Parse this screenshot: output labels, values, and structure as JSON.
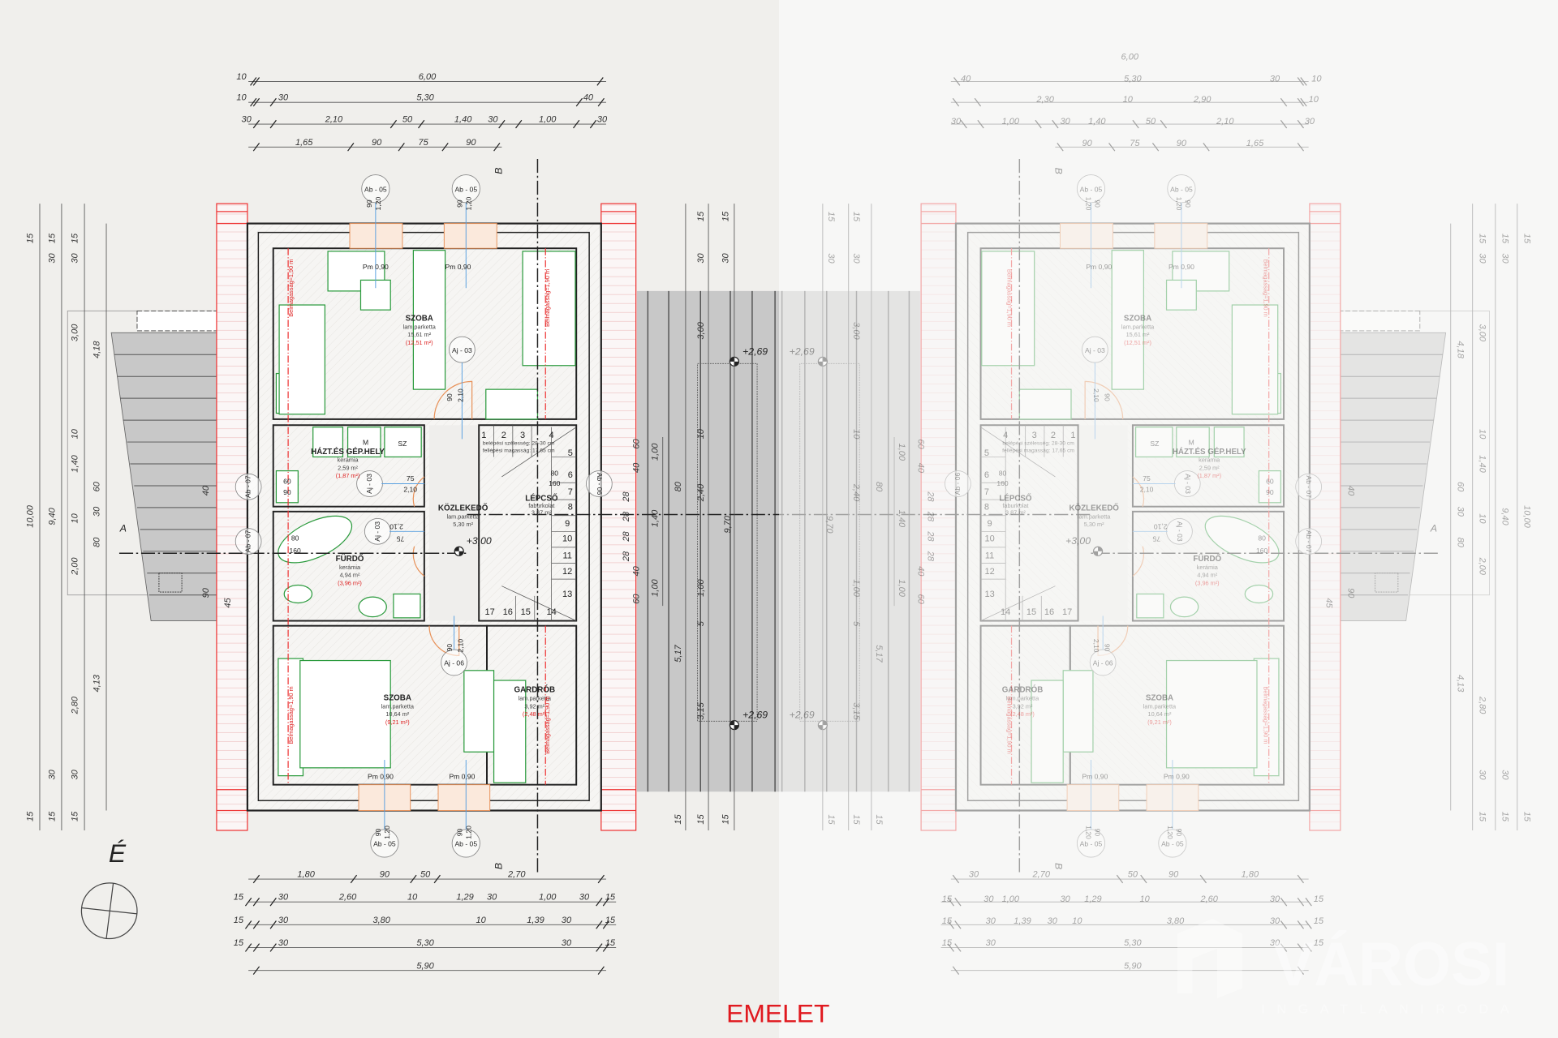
{
  "title": "EMELET",
  "north_label": "É",
  "section_labels": {
    "a": "A",
    "b": "B"
  },
  "rooms": [
    {
      "name": "SZOBA",
      "floor": "lam.parketta",
      "area": "15,61 m²",
      "net_area": "(12,51 m²)"
    },
    {
      "name": "HÁZT.ÉS GÉP.HELY",
      "floor": "kerámia",
      "area": "2,59 m²",
      "net_area": "(1,87 m²)"
    },
    {
      "name": "FÜRDŐ",
      "floor": "kerámia",
      "area": "4,94 m²",
      "net_area": "(3,96 m²)"
    },
    {
      "name": "KÖZLEKEDŐ",
      "floor": "lam.parketta",
      "area": "5,30 m²"
    },
    {
      "name": "LÉPCSŐ",
      "floor": "faburkolat",
      "area": "3,87 m²"
    },
    {
      "name": "SZOBA",
      "floor": "lam.parketta",
      "area": "10,64 m²",
      "net_area": "(9,21 m²)"
    },
    {
      "name": "GARDRÓB",
      "floor": "lam.parketta",
      "area": "3,92 m²",
      "net_area": "(2,48 m²)"
    }
  ],
  "fixtures": {
    "m": "M",
    "sz": "SZ",
    "shower": "80",
    "shower2": "160",
    "sink": "60",
    "sink2": "90",
    "belmagassag": "Belmagasság=1,90 m"
  },
  "tags": {
    "window": "Ab - 05",
    "side_window": "Ab - 07",
    "side_window2": "Ab - 06",
    "door": "Aj - 03",
    "door2": "Aj - 06",
    "sill": "Pm 0,90",
    "w_width": "90",
    "w_height": "1,20",
    "d_width": "90",
    "d_height": "2,10",
    "d_width2": "75"
  },
  "elevations": {
    "floor": "+3,00",
    "roof": "+2,69"
  },
  "stair": {
    "steps": [
      "1",
      "2",
      "3",
      "4",
      "5",
      "6",
      "7",
      "8",
      "9",
      "10",
      "11",
      "12",
      "13",
      "14",
      "15",
      "16",
      "17"
    ],
    "tread": "belépési szélesség: 28-30 cm",
    "riser": "fellépési magasság: 17,65 cm"
  },
  "dims_left_top": [
    [
      "10",
      "6,00"
    ],
    [
      "10",
      "30",
      "5,30",
      "40"
    ],
    [
      "30",
      "2,10",
      "50",
      "1,40",
      "30",
      "1,00",
      "30"
    ],
    [
      "1,65",
      "90",
      "75",
      "90"
    ]
  ],
  "dims_left_bottom": [
    [
      "1,80",
      "90",
      "50",
      "2,70"
    ],
    [
      "15",
      "30",
      "2,60",
      "10",
      "1,29",
      "30",
      "1,00",
      "30",
      "15"
    ],
    [
      "15",
      "30",
      "3,80",
      "10",
      "1,39",
      "30",
      "15"
    ],
    [
      "15",
      "30",
      "5,30",
      "30",
      "15"
    ],
    [
      "5,90"
    ]
  ],
  "dims_right_top": [
    [
      "6,00"
    ],
    [
      "40",
      "5,30",
      "30",
      "10"
    ],
    [
      "2,30",
      "10",
      "2,90",
      "10"
    ],
    [
      "30",
      "1,00",
      "30",
      "1,40",
      "50",
      "2,10",
      "30"
    ],
    [
      "90",
      "75",
      "90",
      "1,65"
    ]
  ],
  "dims_right_bottom": [
    [
      "30",
      "2,70",
      "50",
      "90",
      "1,80"
    ],
    [
      "15",
      "30",
      "1,00",
      "30",
      "1,29",
      "10",
      "2,60",
      "30",
      "15"
    ],
    [
      "15",
      "30",
      "1,39",
      "30",
      "10",
      "3,80",
      "30",
      "15"
    ],
    [
      "15",
      "30",
      "5,30",
      "30",
      "15"
    ],
    [
      "5,90"
    ]
  ],
  "dims_vertical": [
    "15",
    "10,00",
    "15",
    "15",
    "30",
    "9,40",
    "30",
    "15",
    "15",
    "30",
    "3,00",
    "10",
    "1,40",
    "10",
    "2,00",
    "2,80",
    "30",
    "15",
    "4,18",
    "60",
    "30",
    "80",
    "4,13",
    "40",
    "90",
    "45"
  ],
  "dims_middle": [
    "30",
    "15",
    "30",
    "15",
    "3,00",
    "10",
    "2,40",
    "1,00",
    "5",
    "3,15",
    "9,70",
    "80",
    "5,17",
    "1,00",
    "1,40",
    "1,00",
    "60",
    "40",
    "40",
    "60",
    "28",
    "28",
    "28",
    "28",
    "15",
    "15",
    "15"
  ],
  "watermark": {
    "brand": "VÁROSI",
    "sub": "INGATLANIRODA"
  },
  "colors": {
    "title": "#e0191f",
    "wall": "#222222",
    "furniture": "#2a9a3c",
    "net_area": "#dd2222",
    "roof": "#c8c8c8"
  }
}
